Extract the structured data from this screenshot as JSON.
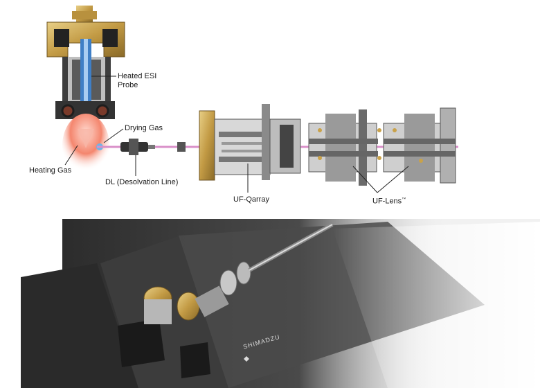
{
  "labels": {
    "heated_esi_probe": "Heated ESI\nProbe",
    "drying_gas": "Drying Gas",
    "heating_gas": "Heating Gas",
    "dl": "DL (Desolvation Line)",
    "uf_qarray": "UF-Qarray",
    "uf_lens": "UF-Lens",
    "uf_lens_mark": "™"
  },
  "brand": {
    "logo_text": "SHIMADZU"
  },
  "colors": {
    "gold": "#c9a24a",
    "metal_dark": "#4a4a4a",
    "metal_light": "#c9c9c9",
    "probe_blue": "#3f7fc6",
    "ion_beam": "#d98fc8",
    "heat_glow": "#f26d55",
    "housing": "#3b3b3b"
  }
}
